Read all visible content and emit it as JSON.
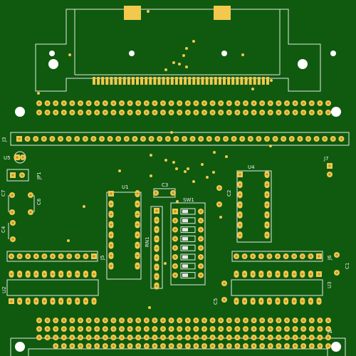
{
  "board": {
    "background": "#0f5a0f",
    "copper": "#f2c94c",
    "copper_dark": "#b8912d",
    "silk": "#e8e8e8",
    "hole": "#ffffff"
  },
  "labels": {
    "J3": "J3",
    "U5": "U5",
    "JP1": "JP1",
    "J7": "J7",
    "U1": "U1",
    "C3": "C3",
    "SW1": "SW1",
    "RN1": "RN1",
    "U4": "U4",
    "C2": "C2",
    "C7": "C7",
    "C6": "C6",
    "C4": "C4",
    "J5": "J5",
    "J6": "J6",
    "C1": "C1",
    "U2": "U2",
    "U3": "U3",
    "C5": "C5",
    "J4": "J4"
  }
}
